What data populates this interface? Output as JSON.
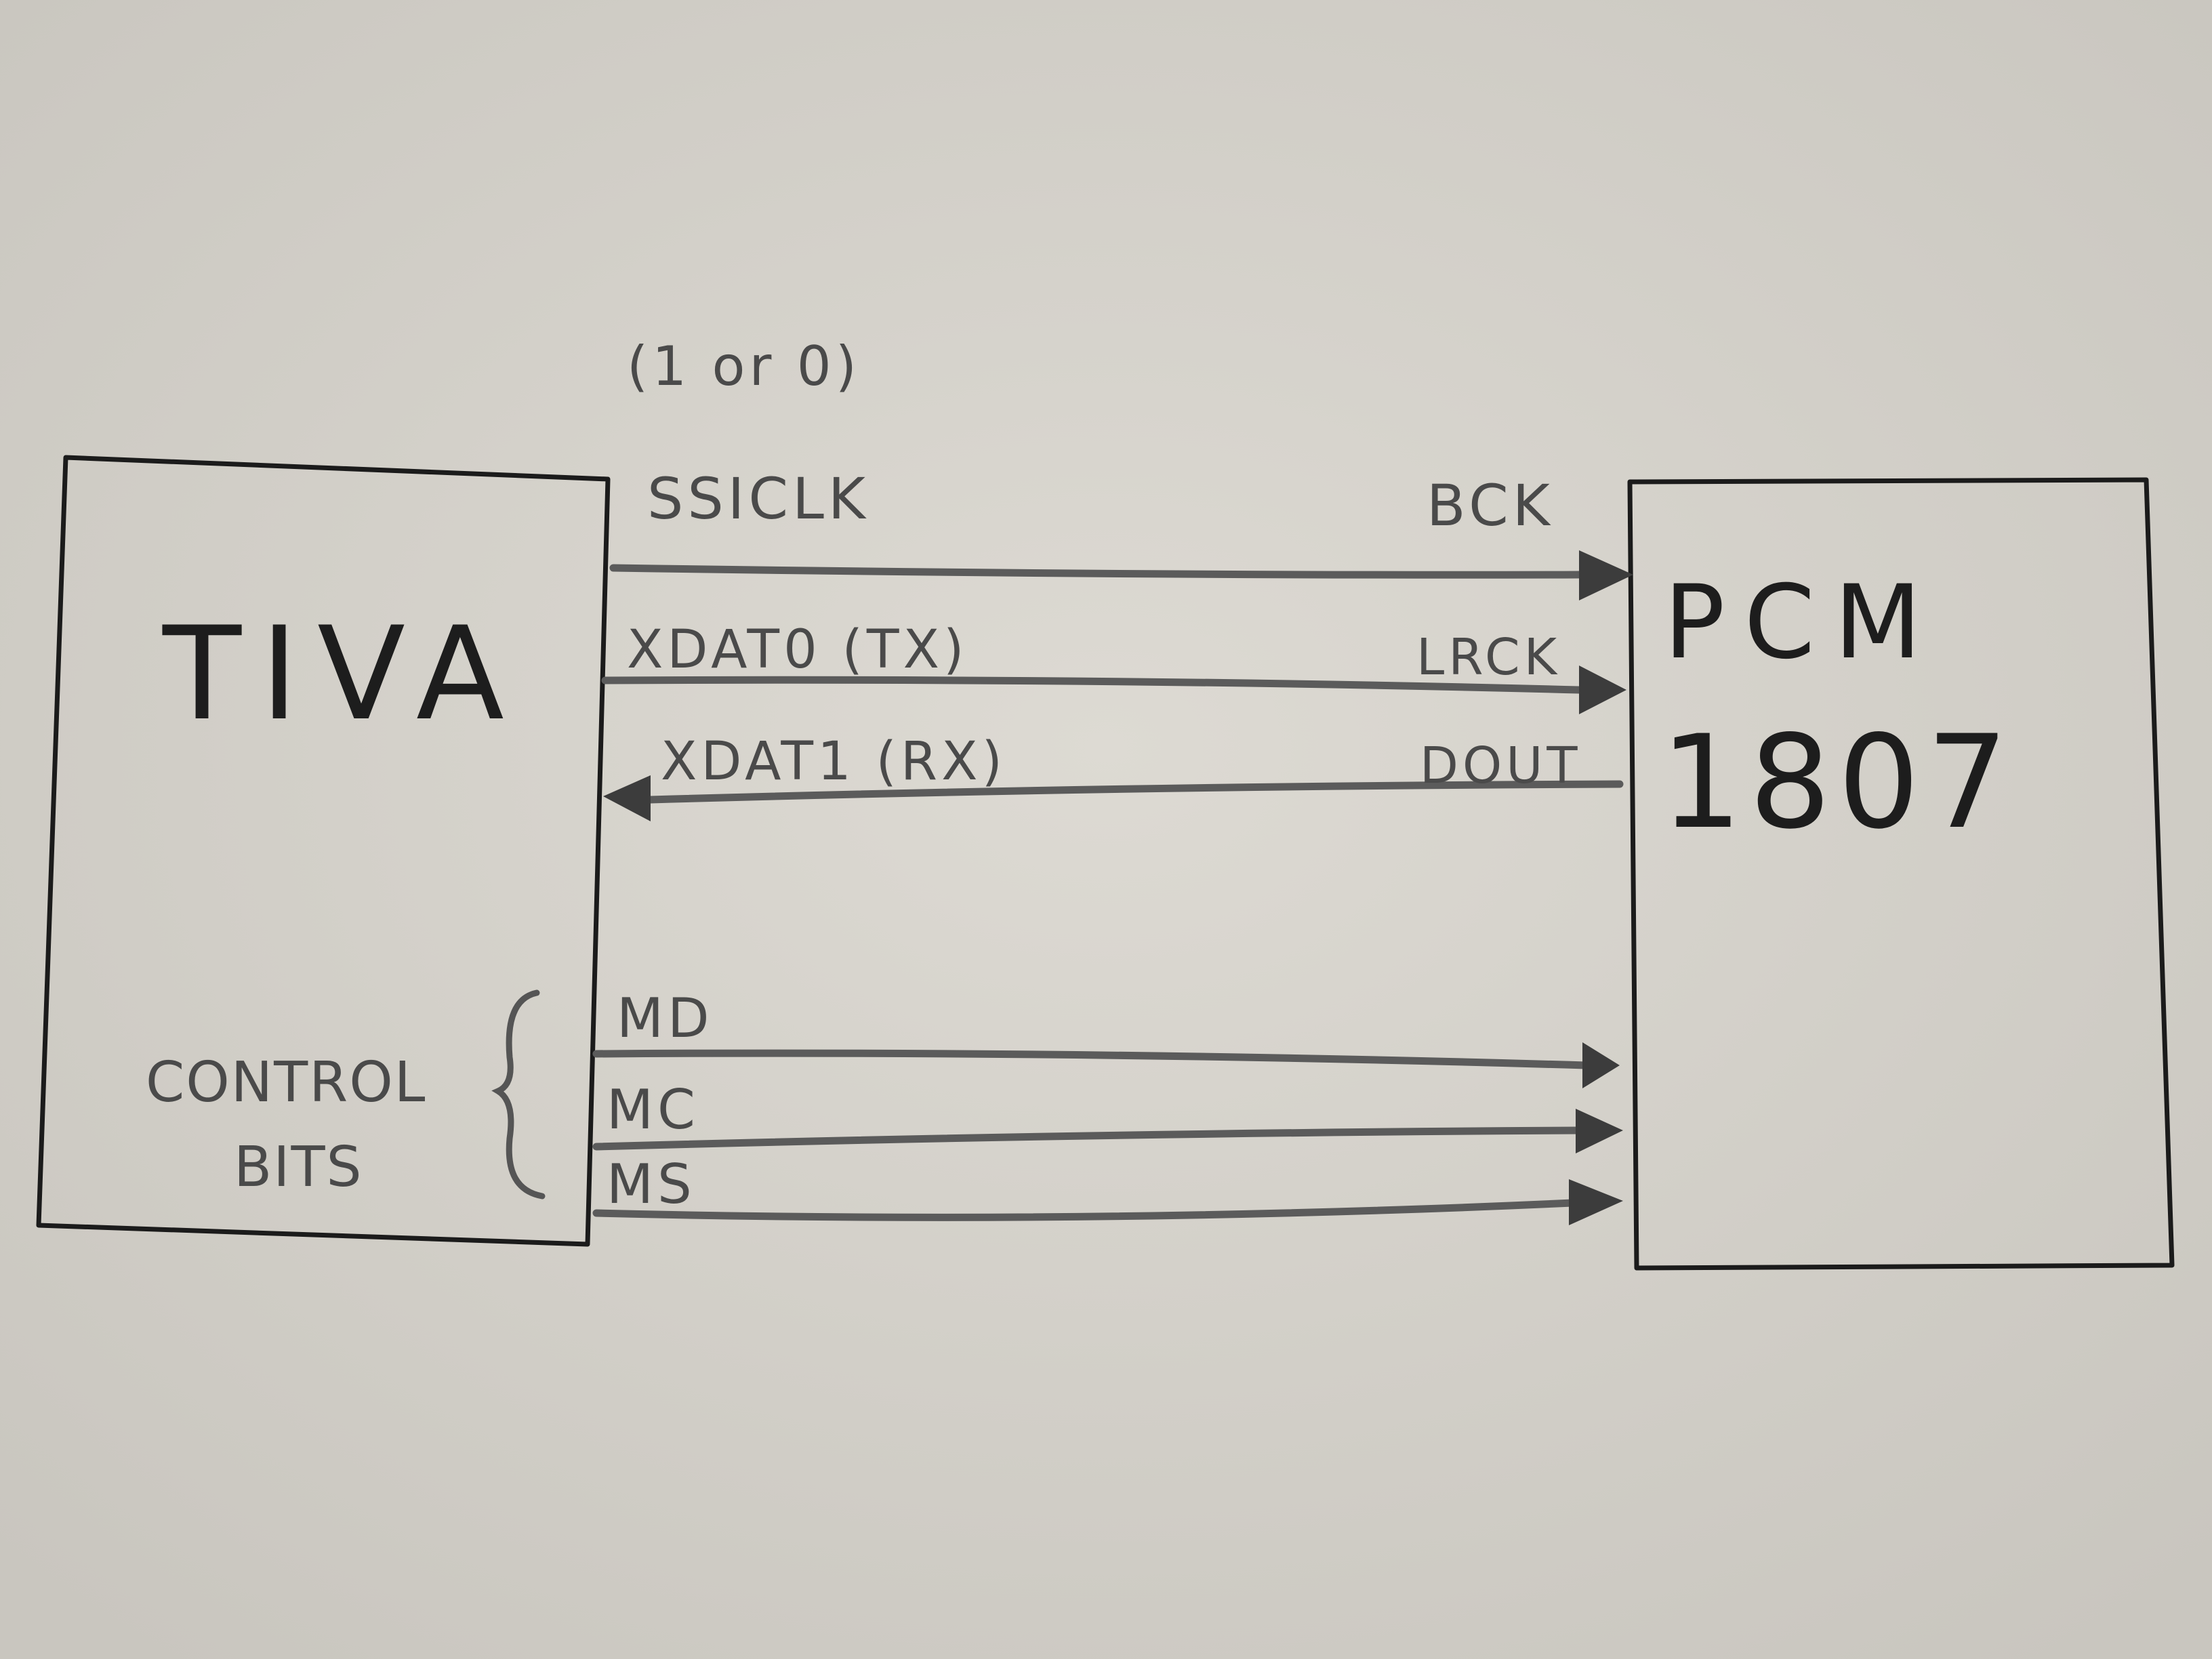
{
  "blocks": {
    "left": {
      "label": "TIVA"
    },
    "right": {
      "label_line1": "PCM",
      "label_line2": "1807"
    }
  },
  "note": "(1 or 0)",
  "signals": [
    {
      "id": "ssiclk",
      "source_label": "SSICLK",
      "dest_label": "BCK",
      "direction": "to-pcm"
    },
    {
      "id": "xdat0",
      "source_label": "XDAT0 (TX)",
      "dest_label": "LRCK",
      "direction": "to-pcm"
    },
    {
      "id": "xdat1",
      "source_label": "XDAT1 (RX)",
      "dest_label": "DOUT",
      "direction": "to-tiva"
    },
    {
      "id": "md",
      "source_label": "MD",
      "dest_label": "",
      "direction": "to-pcm"
    },
    {
      "id": "mc",
      "source_label": "MC",
      "dest_label": "",
      "direction": "to-pcm"
    },
    {
      "id": "ms",
      "source_label": "MS",
      "dest_label": "",
      "direction": "to-pcm"
    }
  ],
  "control_group": {
    "line1": "CONTROL",
    "line2": "BITS"
  },
  "colors": {
    "paper": "#d5d2cb",
    "ink_dark": "#1b1b1b",
    "pencil": "#5b5b5b"
  }
}
